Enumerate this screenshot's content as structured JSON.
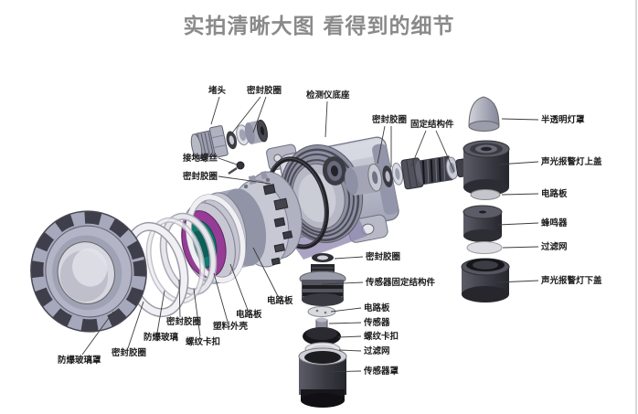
{
  "title": "实拍清晰大图 看得到的细节",
  "colors": {
    "title_gray": "#8a8a8a",
    "label_black": "#1c1c1c",
    "metal_lavender": "#b4b6c5",
    "dark_part": "#3a3a42",
    "display_purple": "#963c96",
    "display_teal": "#127a70"
  },
  "labels": [
    {
      "id": "plug",
      "text": "堵头"
    },
    {
      "id": "seal-ring-top",
      "text": "密封胶圈"
    },
    {
      "id": "detector-base",
      "text": "检测仪底座"
    },
    {
      "id": "seal-ring-right",
      "text": "密封胶圈"
    },
    {
      "id": "fixing-structure",
      "text": "固定结构件"
    },
    {
      "id": "translucent-lamp-cover",
      "text": "半透明灯罩"
    },
    {
      "id": "alarm-lamp-upper-cover",
      "text": "声光报警灯上盖"
    },
    {
      "id": "circuit-board-right",
      "text": "电路板"
    },
    {
      "id": "buzzer",
      "text": "蜂鸣器"
    },
    {
      "id": "filter-mesh-right",
      "text": "过滤网"
    },
    {
      "id": "alarm-lamp-lower-cover",
      "text": "声光报警灯下盖"
    },
    {
      "id": "grounding-screw",
      "text": "接地螺丝"
    },
    {
      "id": "seal-ring-left",
      "text": "密封胶圈"
    },
    {
      "id": "seal-ring-middle",
      "text": "密封胶圈"
    },
    {
      "id": "sensor-fixing-structure",
      "text": "传感器固定结构件"
    },
    {
      "id": "circuit-board-middle",
      "text": "电路板"
    },
    {
      "id": "sensor",
      "text": "传感器"
    },
    {
      "id": "thread-buckle-middle",
      "text": "螺纹卡扣"
    },
    {
      "id": "filter-mesh-middle",
      "text": "过滤网"
    },
    {
      "id": "sensor-cover",
      "text": "传感器罩"
    },
    {
      "id": "explosionproof-glass-cover",
      "text": "防爆玻璃罩"
    },
    {
      "id": "seal-ring-bottom1",
      "text": "密封胶圈"
    },
    {
      "id": "explosionproof-glass",
      "text": "防爆玻璃"
    },
    {
      "id": "seal-ring-bottom2",
      "text": "密封胶圈"
    },
    {
      "id": "thread-buckle-bottom",
      "text": "螺纹卡扣"
    },
    {
      "id": "plastic-shell",
      "text": "塑料外壳"
    },
    {
      "id": "circuit-board-bottom1",
      "text": "电路板"
    },
    {
      "id": "circuit-board-bottom2",
      "text": "电路板"
    }
  ]
}
